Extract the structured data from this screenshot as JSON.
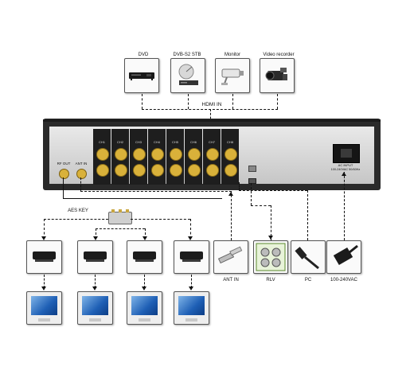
{
  "sources": [
    {
      "id": "dvd",
      "label": "DVD",
      "icon": "dvd-player-icon"
    },
    {
      "id": "stb",
      "label": "DVB-S2 STB",
      "icon": "satellite-receiver-icon"
    },
    {
      "id": "monitor",
      "label": "Monitor",
      "icon": "cctv-camera-icon"
    },
    {
      "id": "recorder",
      "label": "Video recorder",
      "icon": "camcorder-icon"
    }
  ],
  "hdmi_in_label": "HDMI IN",
  "device": {
    "channel_labels": [
      "CH1",
      "CH2",
      "CH3",
      "CH4",
      "CH5",
      "CH6",
      "CH7",
      "CH8"
    ],
    "rf_out_label": "RF OUT",
    "ant_in_label": "ANT IN",
    "ac_input_label": "AC INPUT",
    "ac_rating_label": "100-240VAC 50/60Hz"
  },
  "aes_key_label": "AES KEY",
  "connectors": [
    {
      "label": "ANT IN",
      "icon": "antenna-connector-icon"
    },
    {
      "label": "RLV",
      "icon": "rlv-module-icon"
    },
    {
      "label": "PC",
      "icon": "pc-cable-icon"
    },
    {
      "label": "100-240VAC",
      "icon": "power-cord-icon"
    }
  ],
  "receivers": [
    {
      "icon": "set-top-box-icon"
    },
    {
      "icon": "set-top-box-icon"
    },
    {
      "icon": "set-top-box-icon"
    },
    {
      "icon": "set-top-box-icon"
    }
  ],
  "tvs": [
    {
      "icon": "tv-monitor-icon"
    },
    {
      "icon": "tv-monitor-icon"
    },
    {
      "icon": "tv-monitor-icon"
    },
    {
      "icon": "tv-monitor-icon"
    }
  ]
}
